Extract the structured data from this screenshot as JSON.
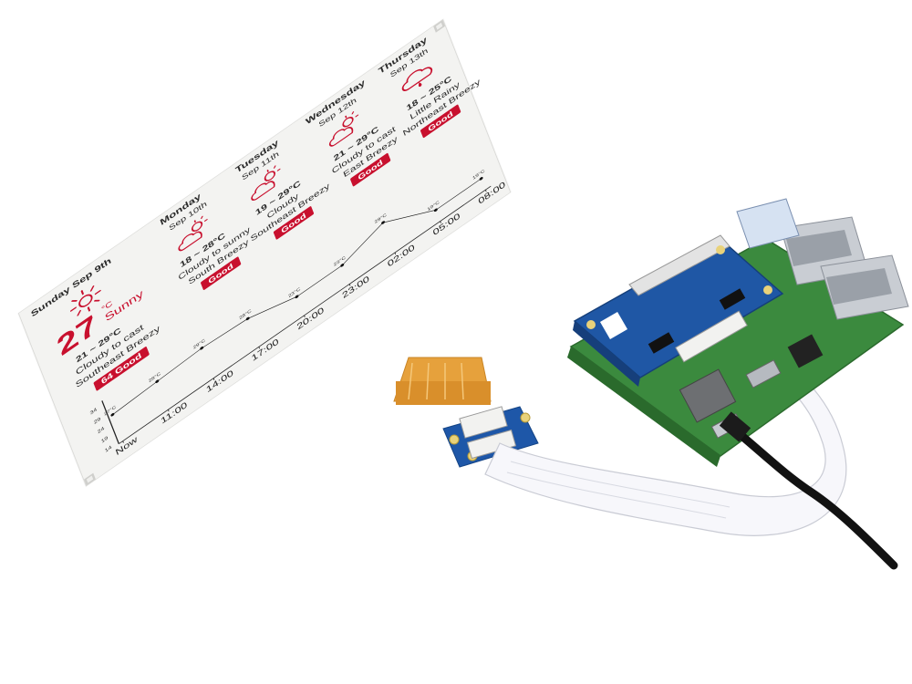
{
  "today": {
    "date": "Sunday Sep 9th",
    "temperature": "27",
    "unit": "°C",
    "condition": "Sunny",
    "range": "21 ~ 29°C",
    "description": "Cloudy to cast",
    "wind": "Southeast Breezy",
    "air_quality": "64 Good",
    "icon": "sun-icon"
  },
  "forecast": [
    {
      "day": "Monday",
      "date": "Sep 10th",
      "range": "18 ~ 28°C",
      "description": "Cloudy to sunny",
      "wind": "South Breezy",
      "air_quality": "Good",
      "icon": "partly-cloudy-icon"
    },
    {
      "day": "Tuesday",
      "date": "Sep 11th",
      "range": "19 ~ 29°C",
      "description": "Cloudy",
      "wind": "Southeast Breezy",
      "air_quality": "Good",
      "icon": "partly-cloudy-icon"
    },
    {
      "day": "Wednesday",
      "date": "Sep 12th",
      "range": "21 ~ 29°C",
      "description": "Cloudy to cast",
      "wind": "East Breezy",
      "air_quality": "Good",
      "icon": "partly-cloudy-icon"
    },
    {
      "day": "Thursday",
      "date": "Sep 13th",
      "range": "18 ~ 25°C",
      "description": "Little Rainy",
      "wind": "Northeast Breezy",
      "air_quality": "Good",
      "icon": "rain-cloud-icon"
    }
  ],
  "chart_data": {
    "type": "line",
    "x": [
      "Now",
      "11:00",
      "14:00",
      "17:00",
      "20:00",
      "23:00",
      "02:00",
      "05:00",
      "08:00"
    ],
    "y_ticks": [
      "34",
      "29",
      "24",
      "19",
      "14"
    ],
    "series": [
      {
        "values": [
          27,
          28,
          29,
          28,
          23,
          23,
          29,
          19,
          19
        ]
      }
    ],
    "point_labels": [
      "27°C",
      "28°C",
      "29°C",
      "28°C",
      "23°C",
      "23°C",
      "29°C",
      "19°C",
      "19°C"
    ],
    "ylim": [
      14,
      34
    ]
  },
  "colors": {
    "accent_red": "#c8102e",
    "hat_blue": "#1f57a5",
    "pcb_green": "#2e7d32",
    "fpc_orange": "#e8a33a"
  }
}
